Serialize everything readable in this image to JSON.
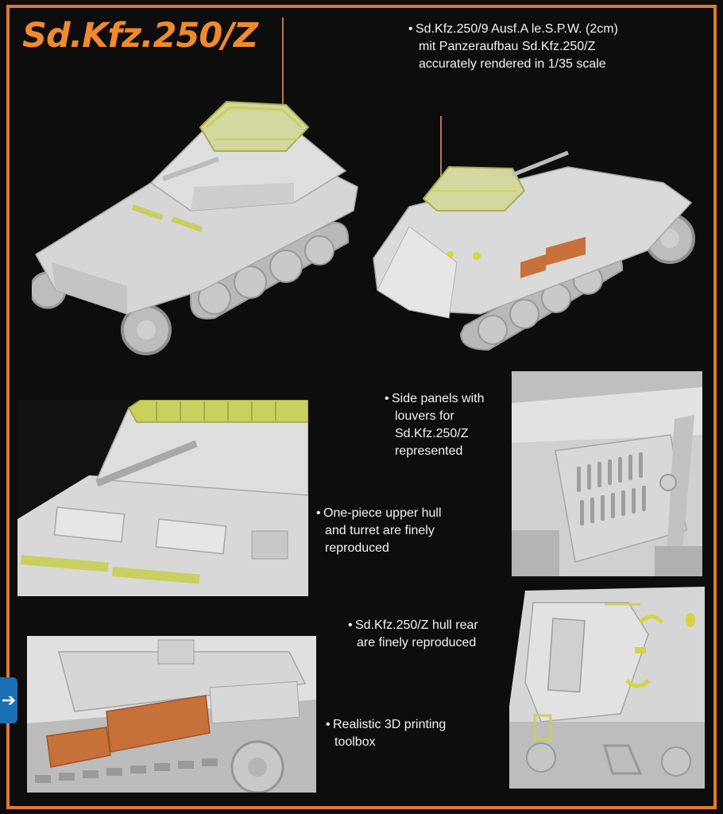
{
  "title": "Sd.Kfz.250/Z",
  "captions": {
    "intro": [
      "Sd.Kfz.250/9 Ausf.A le.S.P.W. (2cm)",
      "mit Panzeraufbau Sd.Kfz.250/Z",
      "accurately rendered in 1/35 scale"
    ],
    "side_panels": [
      "Side panels with",
      "louvers for",
      "Sd.Kfz.250/Z",
      "represented"
    ],
    "upper_hull": [
      "One-piece upper hull",
      "and turret are finely",
      "reproduced"
    ],
    "hull_rear": [
      "Sd.Kfz.250/Z hull rear",
      "are finely reproduced"
    ],
    "toolbox": [
      "Realistic 3D printing",
      "toolbox"
    ]
  },
  "colors": {
    "frame": "#e07a2a",
    "title": "#f08a2c",
    "background": "#0d0d0d",
    "hull": "#d8d8d8",
    "photoetch": "#c8d060",
    "toolbox": "#c8703a",
    "nav_tab": "#1a6fb5"
  },
  "icons": {
    "nav_tab": "chevron-right-icon"
  }
}
